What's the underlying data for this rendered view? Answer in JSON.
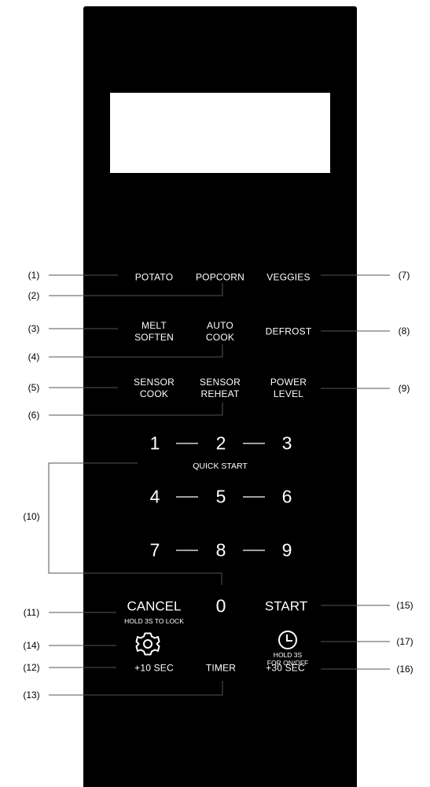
{
  "display": {},
  "buttons": {
    "potato": "POTATO",
    "popcorn": "POPCORN",
    "veggies": "VEGGIES",
    "melt": [
      "MELT",
      "SOFTEN"
    ],
    "auto_cook": [
      "AUTO",
      "COOK"
    ],
    "defrost": "DEFROST",
    "sensor_cook": [
      "SENSOR",
      "COOK"
    ],
    "sensor_reheat": [
      "SENSOR",
      "REHEAT"
    ],
    "power_level": [
      "POWER",
      "LEVEL"
    ],
    "digits": [
      "1",
      "2",
      "3",
      "4",
      "5",
      "6",
      "7",
      "8",
      "9",
      "0"
    ],
    "quick_start": "QUICK START",
    "cancel": "CANCEL",
    "cancel_sub": "HOLD 3S TO LOCK",
    "start": "START",
    "plus10": "+10 SEC",
    "timer": "TIMER",
    "plus30": "+30 SEC",
    "clock_sub": [
      "HOLD 3S",
      "FOR ON/OFF"
    ]
  },
  "icons": {
    "settings": "gear-icon",
    "clock": "clock-icon"
  },
  "callouts": [
    "(1)",
    "(2)",
    "(3)",
    "(4)",
    "(5)",
    "(6)",
    "(7)",
    "(8)",
    "(9)",
    "(10)",
    "(11)",
    "(12)",
    "(13)",
    "(14)",
    "(15)",
    "(16)",
    "(17)"
  ],
  "colors": {
    "panel": "#000000",
    "text": "#ffffff",
    "display": "#ffffff",
    "leader": "#555555"
  }
}
